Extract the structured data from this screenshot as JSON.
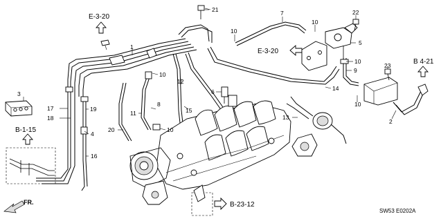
{
  "diagram": {
    "callouts": [
      {
        "id": "c1",
        "text": "1"
      },
      {
        "id": "c2",
        "text": "2"
      },
      {
        "id": "c3",
        "text": "3"
      },
      {
        "id": "c4",
        "text": "4"
      },
      {
        "id": "c5",
        "text": "5"
      },
      {
        "id": "c6",
        "text": "6"
      },
      {
        "id": "c7",
        "text": "7"
      },
      {
        "id": "c8",
        "text": "8"
      },
      {
        "id": "c9",
        "text": "9"
      },
      {
        "id": "c10a",
        "text": "10"
      },
      {
        "id": "c10b",
        "text": "10"
      },
      {
        "id": "c10c",
        "text": "10"
      },
      {
        "id": "c10d",
        "text": "10"
      },
      {
        "id": "c10e",
        "text": "10"
      },
      {
        "id": "c10f",
        "text": "10"
      },
      {
        "id": "c11",
        "text": "11"
      },
      {
        "id": "c12",
        "text": "12"
      },
      {
        "id": "c13",
        "text": "13"
      },
      {
        "id": "c14",
        "text": "14"
      },
      {
        "id": "c15",
        "text": "15"
      },
      {
        "id": "c16",
        "text": "16"
      },
      {
        "id": "c17",
        "text": "17"
      },
      {
        "id": "c18",
        "text": "18"
      },
      {
        "id": "c19",
        "text": "19"
      },
      {
        "id": "c20",
        "text": "20"
      },
      {
        "id": "c21",
        "text": "21"
      },
      {
        "id": "c22",
        "text": "22"
      },
      {
        "id": "c23",
        "text": "23"
      }
    ],
    "references": {
      "e320_top": "E-3-20",
      "e320_mid": "E-3-20",
      "b415": "B 4-21",
      "b115": "B-1-15",
      "b2312": "B-23-12"
    },
    "fr_label": "FR.",
    "diagram_code": "SW53  E0202A"
  }
}
